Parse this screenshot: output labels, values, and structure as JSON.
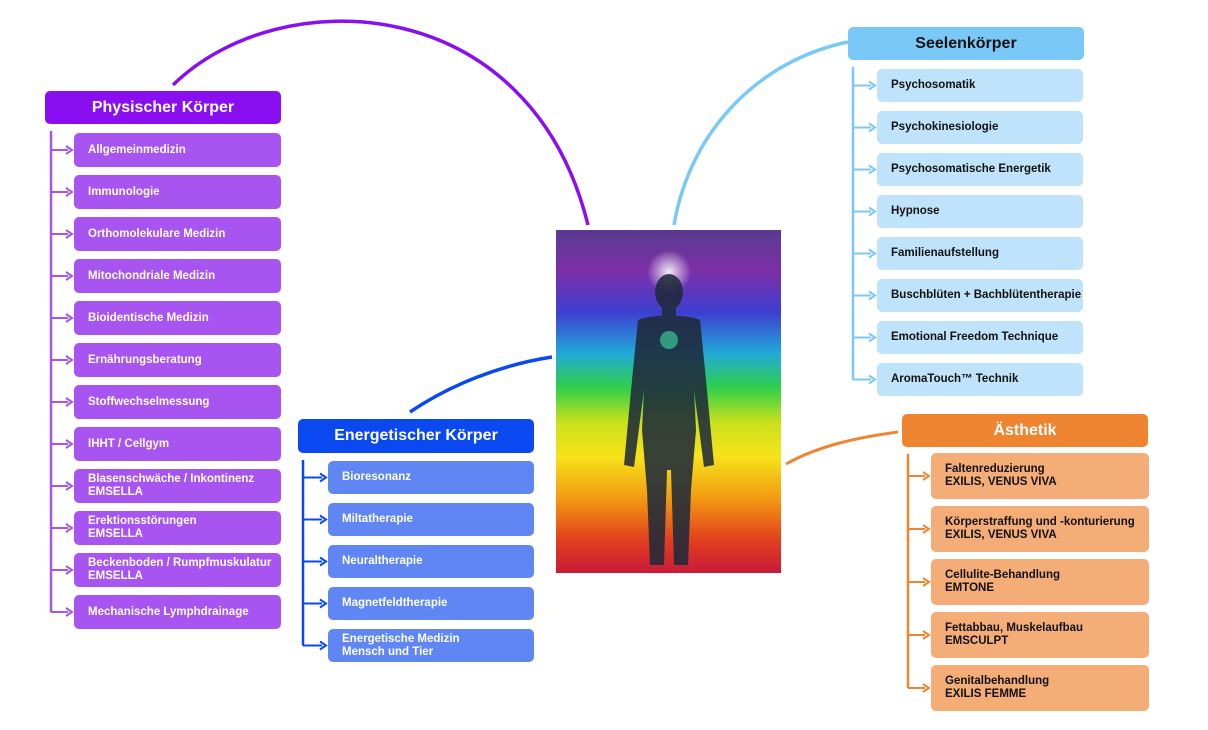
{
  "colors": {
    "physisch": "#8a0ff0",
    "energetisch": "#0a49f0",
    "seele": "#79c8f5",
    "aesthetik": "#ef8530"
  },
  "center_image": "figure-aura-chakra-icon",
  "groups": {
    "physisch": {
      "title": "Physischer Körper",
      "items": [
        {
          "line1": "Allgemeinmedizin",
          "line2": ""
        },
        {
          "line1": "Immunologie",
          "line2": ""
        },
        {
          "line1": "Orthomolekulare Medizin",
          "line2": ""
        },
        {
          "line1": "Mitochondriale Medizin",
          "line2": ""
        },
        {
          "line1": "Bioidentische Medizin",
          "line2": ""
        },
        {
          "line1": "Ernährungsberatung",
          "line2": ""
        },
        {
          "line1": "Stoffwechselmessung",
          "line2": ""
        },
        {
          "line1": "IHHT / Cellgym",
          "line2": ""
        },
        {
          "line1": "Blasenschwäche / Inkontinenz",
          "line2": "EMSELLA"
        },
        {
          "line1": "Erektionsstörungen",
          "line2": "EMSELLA"
        },
        {
          "line1": "Beckenboden / Rumpfmuskulatur",
          "line2": "EMSELLA"
        },
        {
          "line1": "Mechanische Lymphdrainage",
          "line2": ""
        }
      ]
    },
    "energetisch": {
      "title": "Energetischer Körper",
      "items": [
        {
          "line1": "Bioresonanz",
          "line2": ""
        },
        {
          "line1": "Miltatherapie",
          "line2": ""
        },
        {
          "line1": "Neuraltherapie",
          "line2": ""
        },
        {
          "line1": "Magnetfeldtherapie",
          "line2": ""
        },
        {
          "line1": "Energetische Medizin",
          "line2": "Mensch und Tier"
        }
      ]
    },
    "seele": {
      "title": "Seelenkörper",
      "items": [
        {
          "line1": "Psychosomatik",
          "line2": ""
        },
        {
          "line1": "Psychokinesiologie",
          "line2": ""
        },
        {
          "line1": "Psychosomatische Energetik",
          "line2": ""
        },
        {
          "line1": "Hypnose",
          "line2": ""
        },
        {
          "line1": "Familienaufstellung",
          "line2": ""
        },
        {
          "line1": "Buschblüten + Bachblütentherapie",
          "line2": ""
        },
        {
          "line1": "Emotional Freedom Technique",
          "line2": ""
        },
        {
          "line1": "AromaTouch™ Technik",
          "line2": ""
        }
      ]
    },
    "aesthetik": {
      "title": "Ästhetik",
      "items": [
        {
          "line1": "Faltenreduzierung",
          "line2": "EXILIS, VENUS VIVA"
        },
        {
          "line1": "Körperstraffung und -konturierung",
          "line2": "EXILIS, VENUS VIVA"
        },
        {
          "line1": "Cellulite-Behandlung",
          "line2": "EMTONE"
        },
        {
          "line1": "Fettabbau, Muskelaufbau",
          "line2": "EMSCULPT"
        },
        {
          "line1": "Genitalbehandlung",
          "line2": "EXILIS FEMME"
        }
      ]
    }
  }
}
